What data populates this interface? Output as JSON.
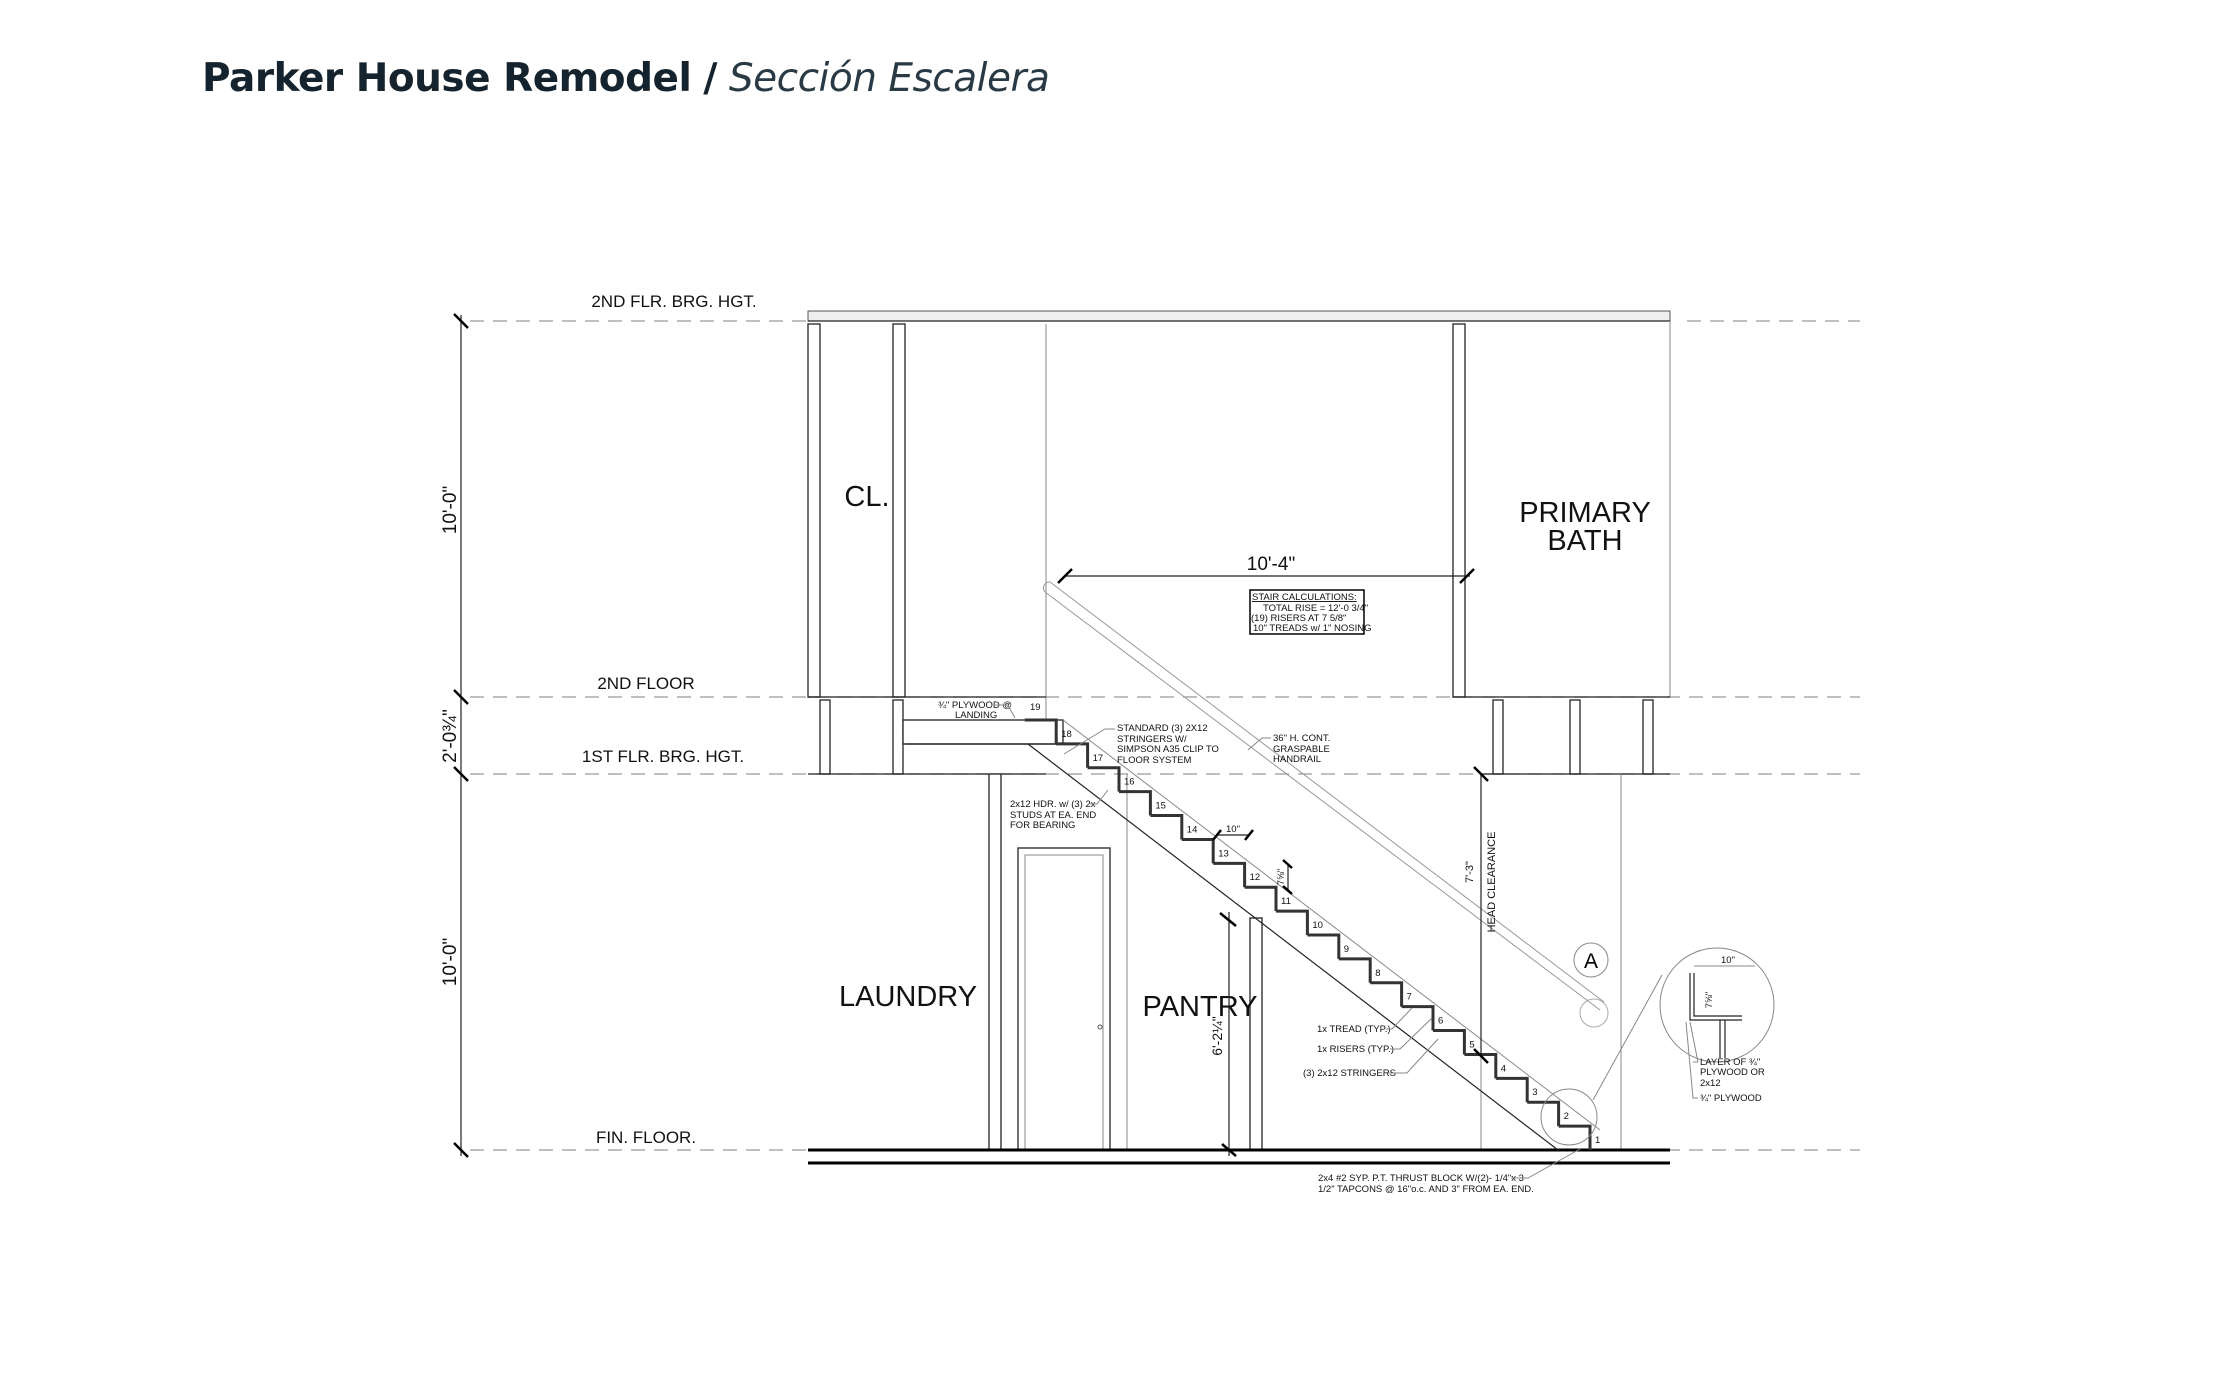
{
  "header": {
    "project": "Parker House Remodel",
    "separator": "/",
    "sheet": "Sección Escalera"
  },
  "levels": {
    "second_floor_bearing": "2ND FLR. BRG. HGT.",
    "second_floor": "2ND FLOOR",
    "first_floor_bearing": "1ST FLR. BRG. HGT.",
    "finish_floor": "FIN. FLOOR."
  },
  "dimensions": {
    "upper_height": "10'-0\"",
    "floor_system": "2'-0¾\"",
    "lower_height": "10'-0\"",
    "stair_run": "10'-4\"",
    "head_clearance_value": "7'-3\"",
    "head_clearance_label": "HEAD CLEARANCE",
    "pantry_height": "6'-2¼\"",
    "tread_depth": "10\"",
    "riser_height": "7⅝\""
  },
  "rooms": {
    "closet": "CL.",
    "bath_line1": "PRIMARY",
    "bath_line2": "BATH",
    "laundry": "LAUNDRY",
    "pantry": "PANTRY"
  },
  "stair_calc": {
    "title": "STAIR CALCULATIONS:",
    "lines": [
      "TOTAL RISE = 12'-0 3/4\"",
      "(19) RISERS AT 7 5/8\"",
      "10\" TREADS w/ 1\" NOSING"
    ]
  },
  "stair": {
    "riser_count": 19,
    "step_numbers": [
      "1",
      "2",
      "3",
      "4",
      "5",
      "6",
      "7",
      "8",
      "9",
      "10",
      "11",
      "12",
      "13",
      "14",
      "15",
      "16",
      "17",
      "18",
      "19"
    ]
  },
  "notes": {
    "plywood_landing": [
      "¾\" PLYWOOD @",
      "LANDING"
    ],
    "stringers": [
      "STANDARD (3) 2X12",
      "STRINGERS W/",
      "SIMPSON A35 CLIP TO",
      "FLOOR SYSTEM"
    ],
    "handrail": [
      "36\" H. CONT.",
      "GRASPABLE",
      "HANDRAIL"
    ],
    "header": [
      "2x12 HDR. w/ (3) 2x",
      "STUDS AT EA. END",
      "FOR BEARING"
    ],
    "tread": "1x TREAD (TYP.)",
    "risers": "1x RISERS (TYP.)",
    "stringers_3": "(3) 2x12 STRINGERS",
    "thrust_block": [
      "2x4 #2 SYP. P.T. THRUST BLOCK W/(2)- 1/4\"x 3",
      "1/2\"  TAPCONS @ 16\"o.c. AND 3\" FROM EA. END."
    ]
  },
  "detail": {
    "tag": "A",
    "tread": "10\"",
    "riser": "7⅝\"",
    "layer_note": [
      "LAYER OF ¾\"",
      "PLYWOOD OR",
      "2x12"
    ],
    "plywood_note": "¾\" PLYWOOD"
  }
}
